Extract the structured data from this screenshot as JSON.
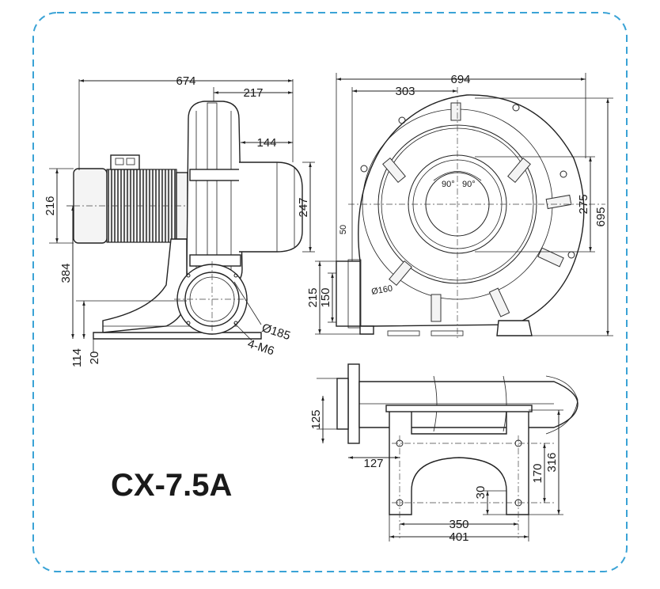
{
  "model": "CX-7.5A",
  "colors": {
    "border": "#3aa3d6",
    "line": "#222222"
  },
  "side_view": {
    "overall_length": "674",
    "outlet_flange": "217",
    "outlet_offset": "144",
    "outlet_height": "247",
    "motor_height": "216",
    "shaft_height": "384",
    "base_height": "114",
    "base_plate": "20",
    "inlet_diameter": "Ø185",
    "bolt_spec": "4-M6"
  },
  "front_view": {
    "overall_width": "694",
    "center_offset": "303",
    "overall_height": "695",
    "inlet_height": "275",
    "angle_left": "90°",
    "angle_right": "90°",
    "flange_offset": "50",
    "outlet_height": "215",
    "outlet_inner": "150",
    "outlet_label": "Ø160"
  },
  "top_view": {
    "flange_width": "125",
    "foot_offset": "127",
    "hole_spacing_y": "170",
    "base_depth": "316",
    "foot_width": "30",
    "hole_spacing_x": "350",
    "base_width": "401"
  }
}
